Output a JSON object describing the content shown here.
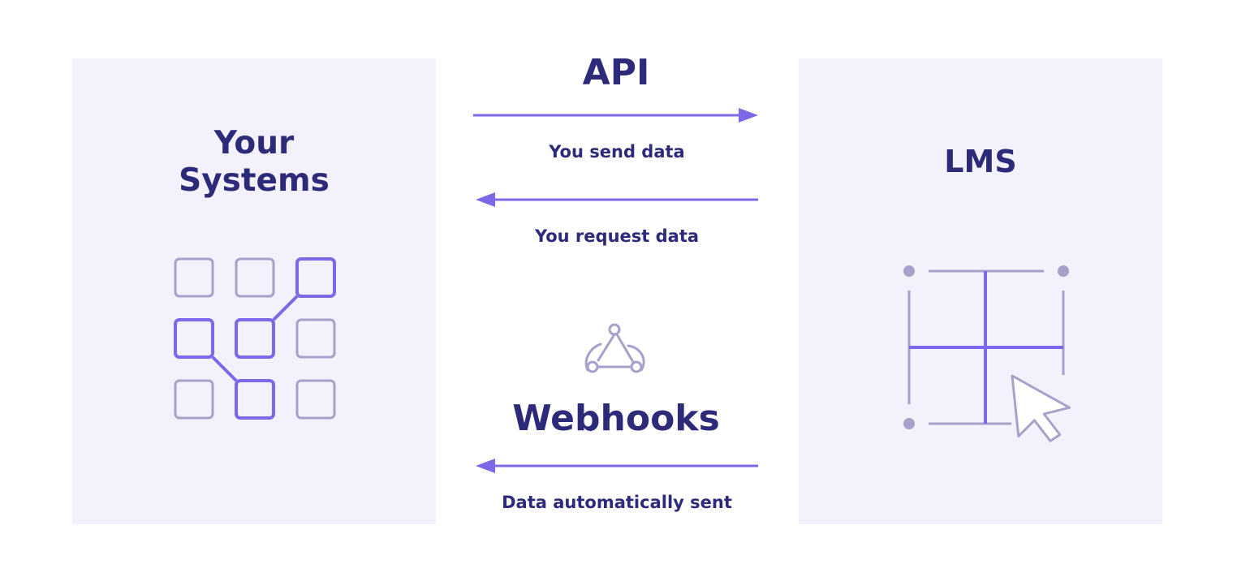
{
  "colors": {
    "panel_bg": "#f3f2fc",
    "heading": "#2e2a7a",
    "accent": "#7c68e8",
    "muted_icon": "#a6a1c8"
  },
  "left_panel": {
    "title": "Your\nSystems",
    "icon": "connected-node-grid-icon"
  },
  "right_panel": {
    "title": "LMS",
    "icon": "layout-grid-cursor-icon"
  },
  "api": {
    "title": "API",
    "flows": [
      {
        "label": "You send data",
        "direction": "right"
      },
      {
        "label": "You request data",
        "direction": "left"
      }
    ]
  },
  "webhooks": {
    "icon": "webhook-icon",
    "title": "Webhooks",
    "flows": [
      {
        "label": "Data automatically sent",
        "direction": "left"
      }
    ]
  }
}
